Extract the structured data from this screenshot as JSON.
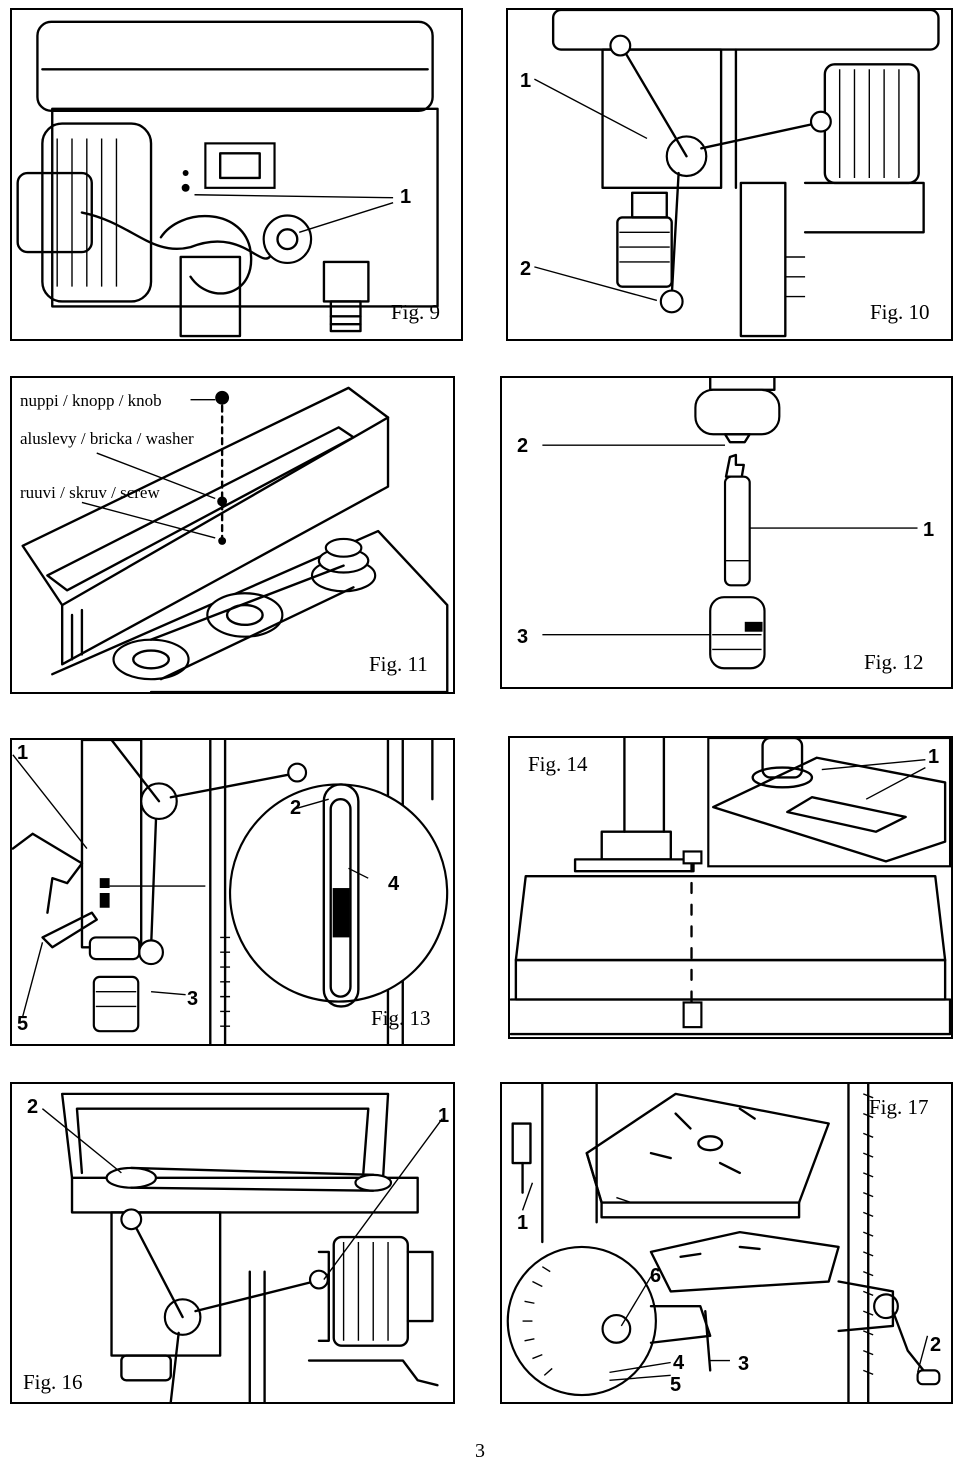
{
  "figures": {
    "fig9": {
      "caption": "Fig. 9",
      "callouts": [
        "1"
      ]
    },
    "fig10": {
      "caption": "Fig. 10",
      "callouts": [
        "1",
        "2"
      ]
    },
    "fig11": {
      "caption": "Fig. 11",
      "labels": {
        "knob": "nuppi / knopp / knob",
        "washer": "aluslevy / bricka / washer",
        "screw": "ruuvi / skruv / screw"
      }
    },
    "fig12": {
      "caption": "Fig. 12",
      "callouts": [
        "2",
        "1",
        "3"
      ]
    },
    "fig13": {
      "caption": "Fig. 13",
      "callouts": [
        "1",
        "2",
        "4",
        "3",
        "5"
      ]
    },
    "fig14": {
      "caption": "Fig. 14",
      "callouts": [
        "1"
      ]
    },
    "fig16": {
      "caption": "Fig. 16",
      "callouts": [
        "2",
        "1"
      ]
    },
    "fig17": {
      "caption": "Fig. 17",
      "callouts": [
        "1",
        "6",
        "4",
        "5",
        "3",
        "2"
      ]
    }
  },
  "page_number": "3"
}
